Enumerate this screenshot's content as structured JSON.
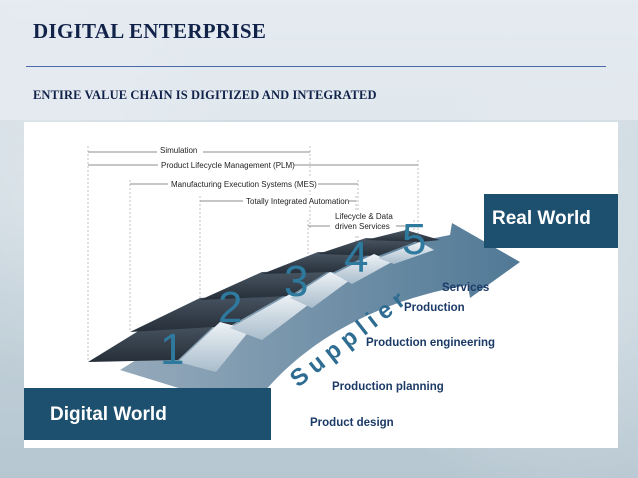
{
  "slide": {
    "title": "DIGITAL ENTERPRISE",
    "subtitle": "ENTIRE VALUE CHAIN IS DIGITIZED AND INTEGRATED"
  },
  "diagram": {
    "real_world": "Real World",
    "digital_world": "Digital World",
    "supplier_text": "Supplier",
    "brackets": [
      "Simulation",
      "Product Lifecycle Management (PLM)",
      "Manufacturing Execution Systems (MES)",
      "Totally Integrated Automation",
      "Lifecycle & Data",
      "driven Services"
    ],
    "stage_numbers": [
      "1",
      "2",
      "3",
      "4",
      "5"
    ],
    "layers": [
      "Services",
      "Production",
      "Production engineering",
      "Production planning",
      "Product design"
    ],
    "colors": {
      "title": "#12234a",
      "banner": "#1d4f6e",
      "number": "#2e7a9e",
      "panel_dark": "#2f3a46",
      "panel_light": "#c7d6e0"
    }
  }
}
